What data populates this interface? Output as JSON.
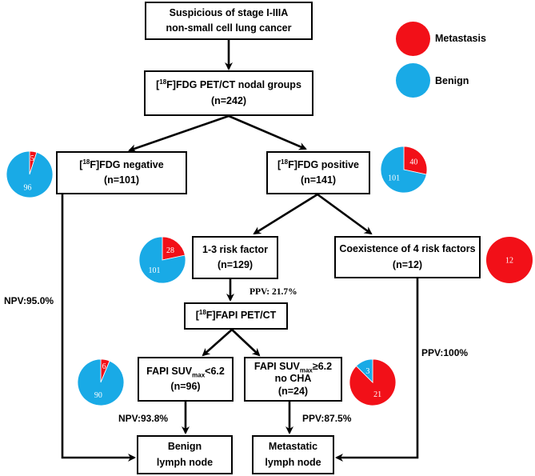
{
  "colors": {
    "metastasis": "#f21018",
    "benign": "#19aae6"
  },
  "legend": [
    {
      "label": "Metastasis",
      "color": "#f21018"
    },
    {
      "label": "Benign",
      "color": "#19aae6"
    }
  ],
  "boxes": {
    "top": {
      "line1": "Suspicious of stage I-IIIA",
      "line2": "non-small cell lung cancer"
    },
    "fdg_groups": {
      "pre": "[",
      "sup": "18",
      "post": "F]FDG PET/CT nodal groups",
      "line2": "(n=242)"
    },
    "fdg_negative": {
      "pre": "[",
      "sup": "18",
      "post": "F]FDG negative",
      "line2": "(n=101)"
    },
    "fdg_positive": {
      "pre": "[",
      "sup": "18",
      "post": "F]FDG positive",
      "line2": "(n=141)"
    },
    "risk_1_3": {
      "line1": "1-3 risk factor",
      "line2": "(n=129)"
    },
    "risk_4": {
      "line1": "Coexistence of 4 risk factors",
      "line2": "(n=12)"
    },
    "fapi": {
      "pre": "[",
      "sup": "18",
      "post": "F]FAPI PET/CT"
    },
    "fapi_low": {
      "pre": "FAPI SUV",
      "sub": "max",
      "post": "<6.2",
      "line2": "(n=96)"
    },
    "fapi_high": {
      "pre": "FAPI SUV",
      "sub": "max",
      "post": "≥6.2",
      "line2": "no CHA",
      "line3": "(n=24)"
    },
    "benign": {
      "line1": "Benign",
      "line2": "lymph node"
    },
    "metastatic": {
      "line1": "Metastatic",
      "line2": "lymph node"
    }
  },
  "labels": {
    "npv_95": "NPV:95.0%",
    "ppv_21": "PPV: 21.7%",
    "ppv_100": "PPV:100%",
    "npv_93": "NPV:93.8%",
    "ppv_87": "PPV:87.5%"
  },
  "pies": [
    {
      "id": "pie-fdg-negative",
      "metastasis": 5,
      "benign": 96
    },
    {
      "id": "pie-fdg-positive",
      "metastasis": 40,
      "benign": 101
    },
    {
      "id": "pie-risk-1-3",
      "metastasis": 28,
      "benign": 101
    },
    {
      "id": "pie-risk-4",
      "metastasis": 12,
      "benign": 0
    },
    {
      "id": "pie-fapi-low",
      "metastasis": 6,
      "benign": 90
    },
    {
      "id": "pie-fapi-high",
      "metastasis": 21,
      "benign": 3
    }
  ]
}
